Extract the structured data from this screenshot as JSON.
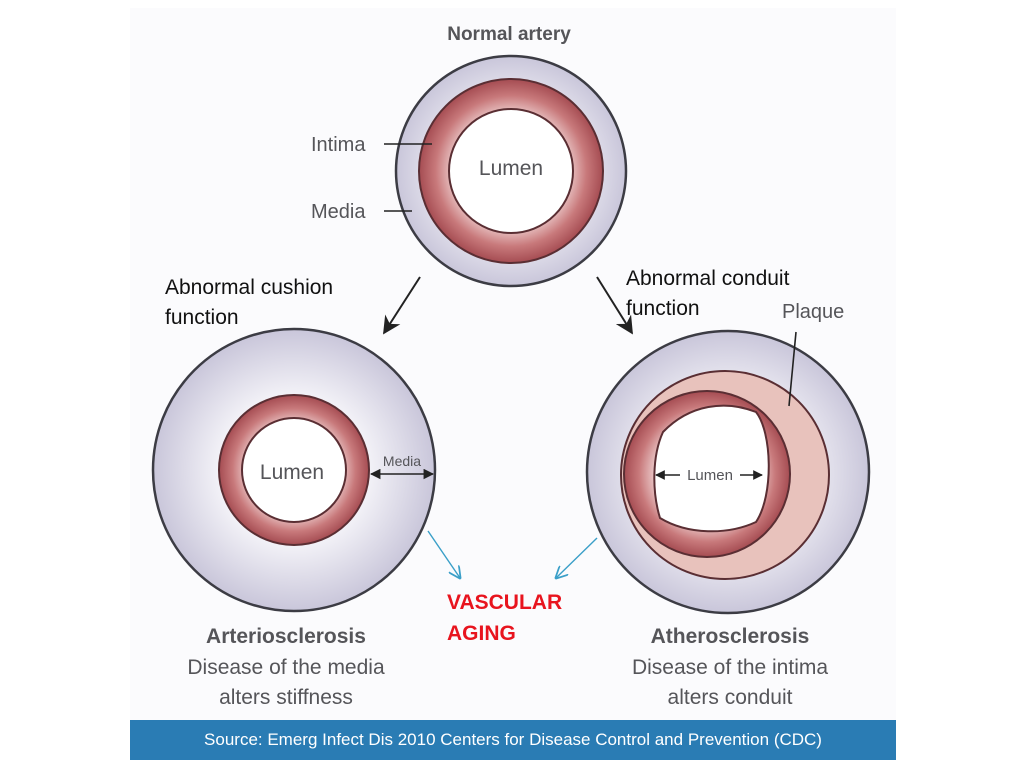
{
  "top_panel": {
    "title": "Normal artery",
    "intima_label": "Intima",
    "media_label": "Media",
    "lumen_label": "Lumen"
  },
  "left_branch": {
    "function_line1": "Abnormal cushion",
    "function_line2": "function",
    "lumen_label": "Lumen",
    "media_label": "Media",
    "title": "Arteriosclerosis",
    "caption_line1": "Disease of the media",
    "caption_line2": "alters stiffness"
  },
  "right_branch": {
    "function_line1": "Abnormal conduit",
    "function_line2": "function",
    "plaque_label": "Plaque",
    "lumen_label": "Lumen",
    "title": "Atherosclerosis",
    "caption_line1": "Disease of the intima",
    "caption_line2": "alters conduit"
  },
  "center": {
    "line1": "VASCULAR",
    "line2": "AGING"
  },
  "source": {
    "text": "Source: Emerg Infect Dis 2010 Centers for Disease Control and Prevention (CDC)"
  },
  "colors": {
    "outer_wall": "#d6d3e3",
    "media_ring": "#b45a5e",
    "plaque": "#e8c2bc",
    "highlight_text": "#e8141e",
    "connector_arrow": "#3a9fc8",
    "source_bar": "#2a7cb4"
  }
}
